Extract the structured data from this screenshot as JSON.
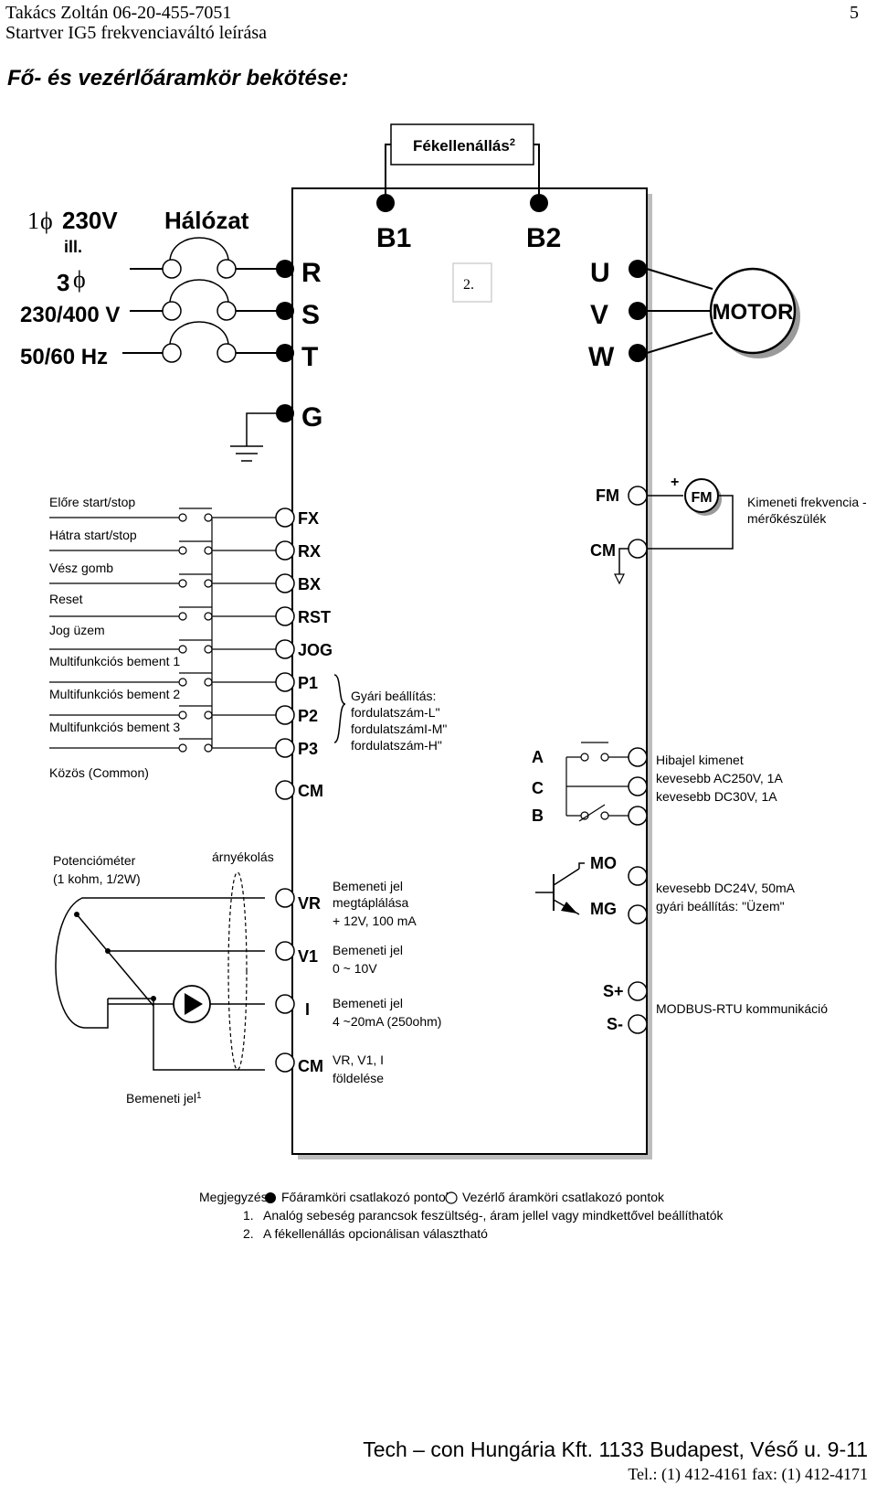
{
  "header": {
    "author": "Takács Zoltán 06-20-455-7051",
    "page_number": "5",
    "doc_title": "Startver IG5 frekvenciaváltó leírása"
  },
  "section_title": "Fő- és vezérlőáramkör bekötése:",
  "brake": {
    "label": "Fékellenállás",
    "sup": "2",
    "b1": "B1",
    "b2": "B2",
    "box_label": "2."
  },
  "supply": {
    "line1_a": "1",
    "line1_b": "230V",
    "hint": "Hálózat",
    "ill": "ill.",
    "line2": "3",
    "line3": "230/400 V",
    "line4": "50/60 Hz",
    "phi": "ϕ"
  },
  "power_terminals": {
    "r": "R",
    "s": "S",
    "t": "T",
    "g": "G",
    "u": "U",
    "v": "V",
    "w": "W"
  },
  "motor": "MOTOR",
  "inputs": [
    {
      "label": "Előre start/stop",
      "terminal": "FX"
    },
    {
      "label": "Hátra start/stop",
      "terminal": "RX"
    },
    {
      "label": "Vész gomb",
      "terminal": "BX"
    },
    {
      "label": "Reset",
      "terminal": "RST"
    },
    {
      "label": "Jog üzem",
      "terminal": "JOG"
    },
    {
      "label": "Multifunkciós bement 1",
      "terminal": "P1"
    },
    {
      "label": "Multifunkciós bement 2",
      "terminal": "P2"
    },
    {
      "label": "Multifunkciós bement 3",
      "terminal": "P3"
    },
    {
      "label": "Közös (Common)",
      "terminal": "CM"
    }
  ],
  "factory": {
    "title": "Gyári beállítás:",
    "l1": "fordulatszám-L\"",
    "l2": "fordulatszámI-M\"",
    "l3": "fordulatszám-H\""
  },
  "fm": {
    "fm": "FM",
    "cm": "CM",
    "meter": "FM",
    "plus": "+",
    "desc1": "Kimeneti frekvencia -",
    "desc2": "mérőkészülék"
  },
  "fault": {
    "a": "A",
    "c": "C",
    "b": "B",
    "d1": "Hibajel kimenet",
    "d2": "kevesebb AC250V, 1A",
    "d3": "kevesebb DC30V, 1A"
  },
  "analog": {
    "pot1": "Potencióméter",
    "pot2": "(1 kohm, 1/2W)",
    "shield": "árnyékolás",
    "vr": "VR",
    "vr_d1": "Bemeneti jel",
    "vr_d2": "megtáplálása",
    "vr_d3": "+ 12V, 100 mA",
    "v1": "V1",
    "v1_d1": "Bemeneti jel",
    "v1_d2": "0 ~ 10V",
    "i": "I",
    "i_d1": "Bemeneti jel",
    "i_d2": "4 ~20mA (250ohm)",
    "cm": "CM",
    "cm_d1": "VR, V1, I",
    "cm_d2": "földelése",
    "input_signal": "Bemeneti jel",
    "input_sup": "1"
  },
  "mo": {
    "mo": "MO",
    "mg": "MG",
    "d1": "kevesebb DC24V, 50mA",
    "d2": "gyári beállítás: \"Üzem\""
  },
  "modbus": {
    "sp": "S+",
    "sn": "S-",
    "desc": "MODBUS-RTU kommunikáció"
  },
  "notes": {
    "title": "Megjegyzés:",
    "main": "Főáramköri csatlakozó pontok",
    "control": "Vezérlő áramköri csatlakozó pontok",
    "n1_num": "1.",
    "n1": "Analóg sebeség parancsok feszültség-, áram jellel vagy mindkettővel beállíthatók",
    "n2_num": "2.",
    "n2": "A fékellenállás opcionálisan választható"
  },
  "footer": {
    "company": "Tech – con Hungária Kft. 1133 Budapest, Véső u. 9-11",
    "tel": "Tel.: (1) 412-4161 fax: (1) 412-4171"
  }
}
